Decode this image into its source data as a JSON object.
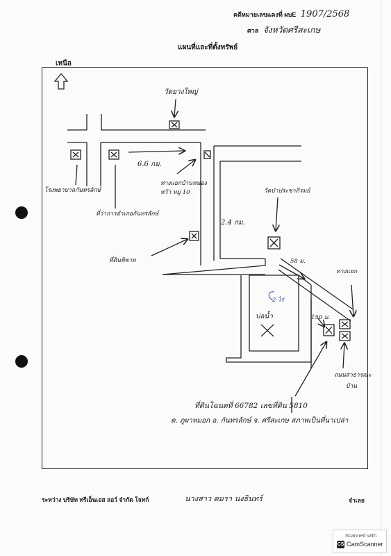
{
  "header": {
    "case_label": "คดีหมายเลขแดงที่ ผบE",
    "case_number": "1907/2568",
    "court_label": "ศาล",
    "court_name": "จังหวัดศรีสะเกษ",
    "title": "แผนที่และที่ตั้งทรัพย์"
  },
  "map": {
    "north": "เหนือ",
    "labels": {
      "school": "วัดยางใหญ่",
      "hospital": "โรงพยาบาลกันทรลักษ์",
      "health_office": "ที่ว่าการอำเภอกันทรลักษ์",
      "distance_1": "6.6 กม.",
      "village_10": "ทางแยกบ้านหนองหว้า หมู่ 10",
      "distance_2": "2.4 กม.",
      "temple": "วัดป่าประชาภิรมย์",
      "distance_3": "58 ม.",
      "junction": "ทางแยก",
      "village_road": "ที่ดินพิพาท",
      "distance_4": "150 ม.",
      "pond": "บ่อน้ำ",
      "pond_area": "2 ไร่",
      "property_plot": "ที่ดินพิพาท",
      "school_bottom": "ถนนสาธารณะ",
      "school_south": "บ้าน"
    },
    "deed": {
      "line1": "ที่ดินโฉนดที่ 66782 เลขที่ดิน 5810",
      "line2": "ต. ภูผาหมอก อ. กันทรลักษ์ จ. ศรีสะเกษ สภาพเป็นที่นาเปล่า"
    }
  },
  "footer": {
    "between": "ระหว่าง บริษัท ทรีเอ็นเอส ลอว์ จำกัด โจทก์",
    "defendant": "นางสาว ดมรา นงธินทร์",
    "role": "จำเลย"
  },
  "watermark": {
    "line1": "Scanned with",
    "line2": "CamScanner",
    "logo": "CS"
  }
}
